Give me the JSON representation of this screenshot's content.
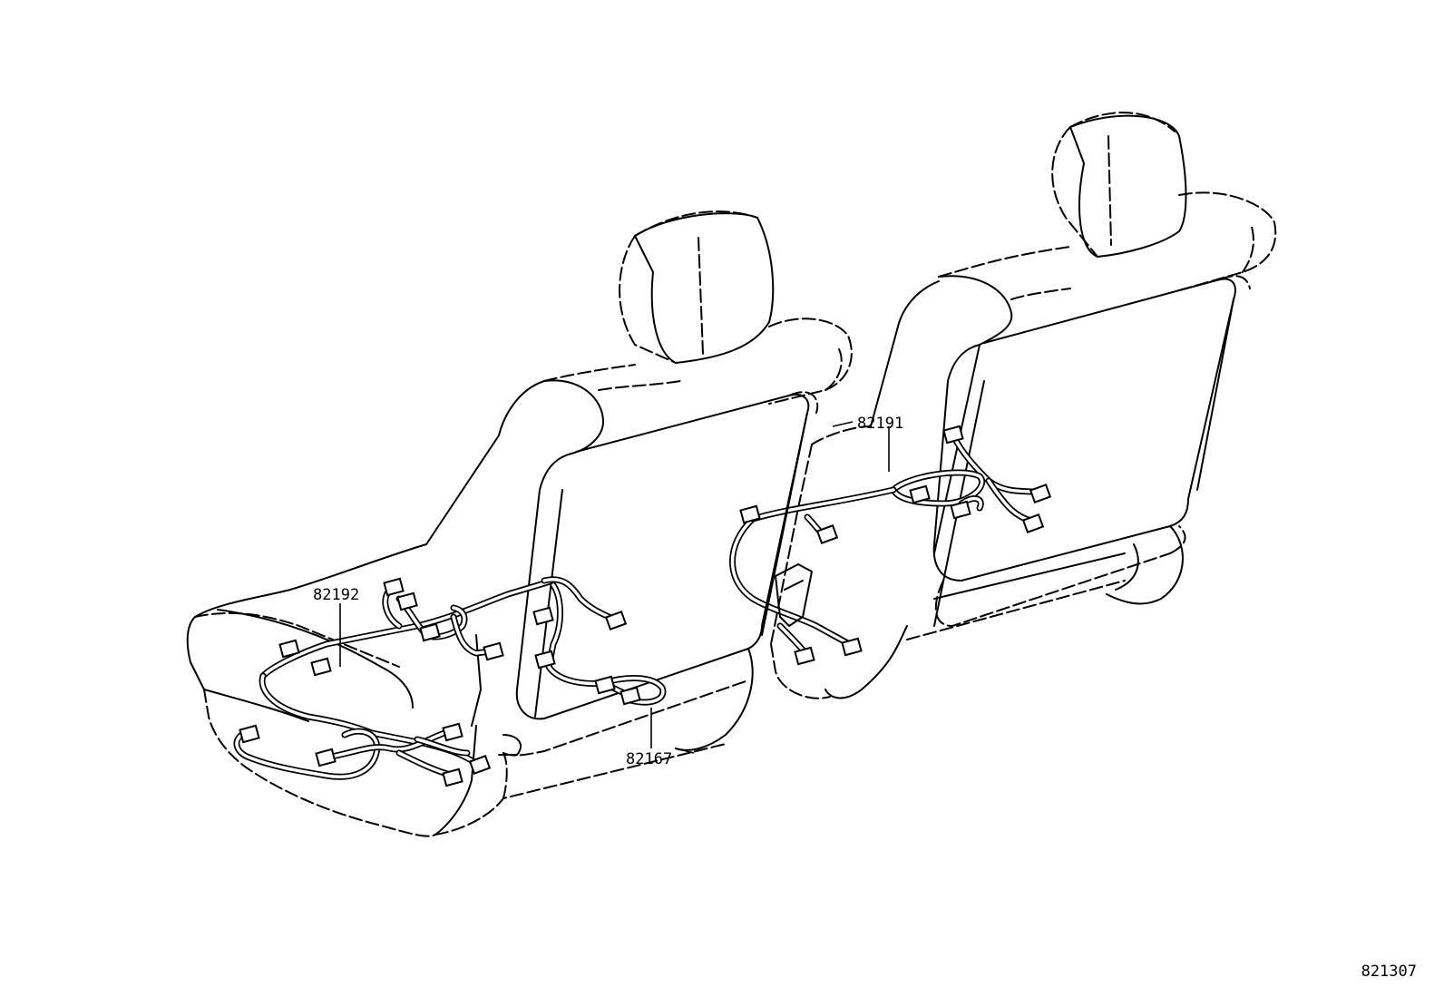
{
  "callouts": {
    "left_seat_harness": "82192",
    "right_seat_harness": "82191",
    "lower_harness": "82167"
  },
  "figure_id": "821307"
}
